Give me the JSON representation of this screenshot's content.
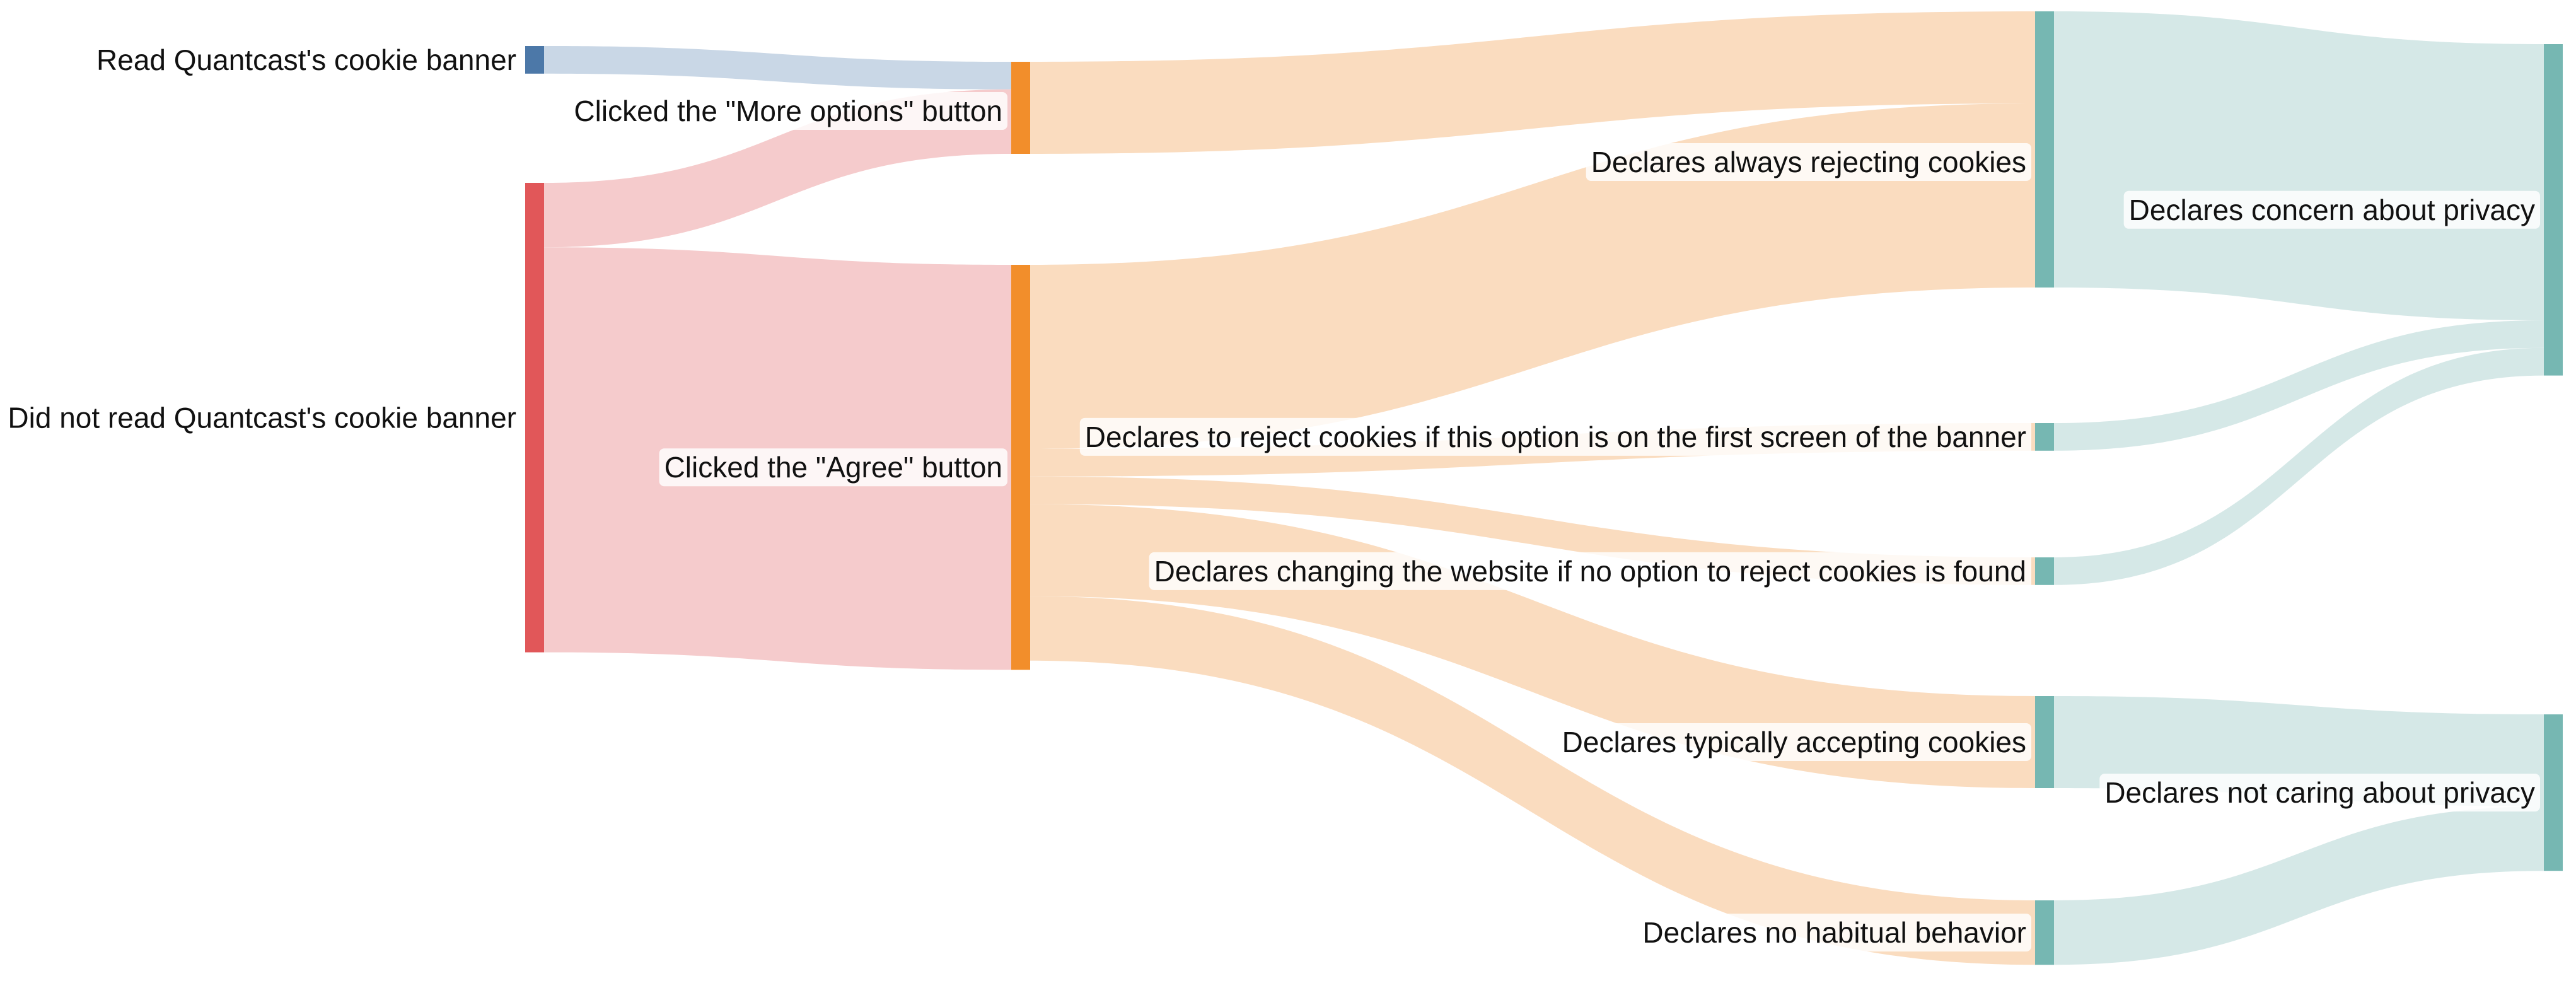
{
  "colors": {
    "read_node": "#4c78a8",
    "not_read_node": "#e15759",
    "button_node": "#f28e2b",
    "declaration_node": "#76b7b2",
    "read_link": "#c9d7e6",
    "not_read_link": "#f5cbcc",
    "button_link": "#fadcbf",
    "declaration_link": "#d5e8e7"
  },
  "nodes": [
    {
      "id": "read",
      "label": "Read Quantcast's cookie banner"
    },
    {
      "id": "not_read",
      "label": "Did not read Quantcast's cookie banner"
    },
    {
      "id": "more_options",
      "label": "Clicked the \"More options\" button"
    },
    {
      "id": "agree",
      "label": "Clicked the \"Agree\" button"
    },
    {
      "id": "always_reject",
      "label": "Declares always rejecting cookies"
    },
    {
      "id": "reject_first_screen",
      "label": "Declares to reject cookies if this option is on the first screen of the banner"
    },
    {
      "id": "change_website",
      "label": "Declares changing the website if no option to reject cookies is found"
    },
    {
      "id": "typically_accept",
      "label": "Declares typically accepting cookies"
    },
    {
      "id": "no_habit",
      "label": "Declares no habitual behavior"
    },
    {
      "id": "privacy_concern",
      "label": "Declares concern about privacy"
    },
    {
      "id": "not_caring",
      "label": "Declares not caring about privacy"
    }
  ],
  "links": [
    {
      "source": "read",
      "target": "more_options",
      "value": 3
    },
    {
      "source": "not_read",
      "target": "more_options",
      "value": 7
    },
    {
      "source": "not_read",
      "target": "agree",
      "value": 44
    },
    {
      "source": "more_options",
      "target": "always_reject",
      "value": 10
    },
    {
      "source": "agree",
      "target": "always_reject",
      "value": 20
    },
    {
      "source": "agree",
      "target": "reject_first_screen",
      "value": 3
    },
    {
      "source": "agree",
      "target": "change_website",
      "value": 3
    },
    {
      "source": "agree",
      "target": "typically_accept",
      "value": 10
    },
    {
      "source": "agree",
      "target": "no_habit",
      "value": 7
    },
    {
      "source": "always_reject",
      "target": "privacy_concern",
      "value": 30
    },
    {
      "source": "reject_first_screen",
      "target": "privacy_concern",
      "value": 3
    },
    {
      "source": "change_website",
      "target": "privacy_concern",
      "value": 3
    },
    {
      "source": "typically_accept",
      "target": "not_caring",
      "value": 10
    },
    {
      "source": "no_habit",
      "target": "not_caring",
      "value": 7
    }
  ]
}
